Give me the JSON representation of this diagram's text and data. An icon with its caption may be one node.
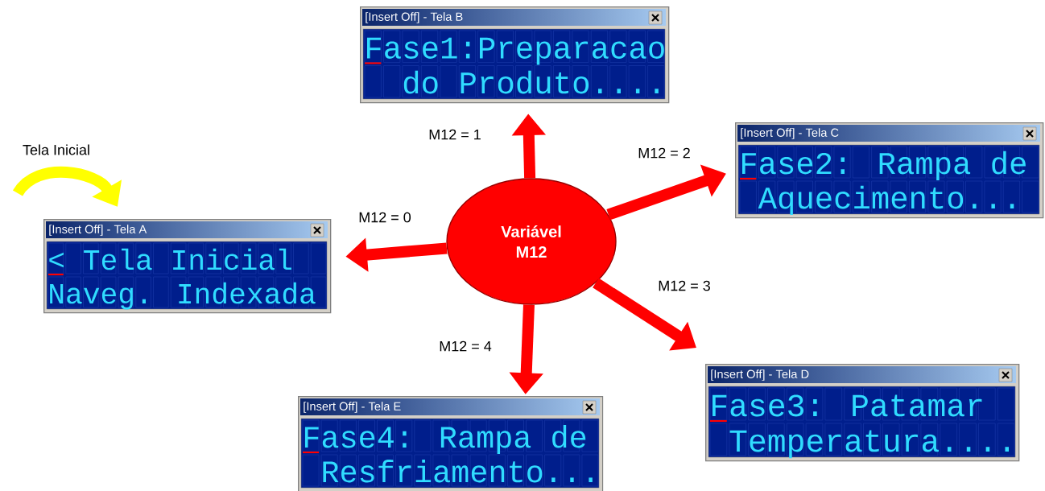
{
  "diagram": {
    "nodes": [
      {
        "text": [
          "[Insert Off] - Tela A",
          "< Tela Inicial",
          "Naveg. Indexada"
        ]
      },
      {
        "text": [
          "Variável M12"
        ]
      },
      {
        "text": [
          "[Insert Off] - Tela B",
          "Fase1:Preparacao",
          "do Produto...."
        ]
      },
      {
        "text": [
          "[Insert Off] - Tela C",
          "Fase2: Rampa de",
          "Aquecimento..."
        ]
      },
      {
        "text": [
          "[Insert Off] - Tela D",
          "Fase3: Patamar",
          "Temperatura...."
        ]
      },
      {
        "text": [
          "[Insert Off] - Tela E",
          "Fase4: Rampa de",
          "Resfriamento..."
        ]
      }
    ],
    "edges": [
      {
        "from": null,
        "to": 0,
        "arrow": "to",
        "color": "#ffff00"
      },
      {
        "from": 1,
        "to": 0,
        "arrow": "to",
        "label": "M12 = 0"
      },
      {
        "from": 1,
        "to": 2,
        "arrow": "to",
        "label": "M12 = 1"
      },
      {
        "from": 1,
        "to": 3,
        "arrow": "to",
        "label": "M12 = 2"
      },
      {
        "from": 1,
        "to": 4,
        "arrow": "to",
        "label": "M12 = 3"
      },
      {
        "from": 1,
        "to": 5,
        "arrow": "to",
        "label": "M12 = 4"
      }
    ],
    "labels": [
      "Tela Inicial"
    ]
  }
}
